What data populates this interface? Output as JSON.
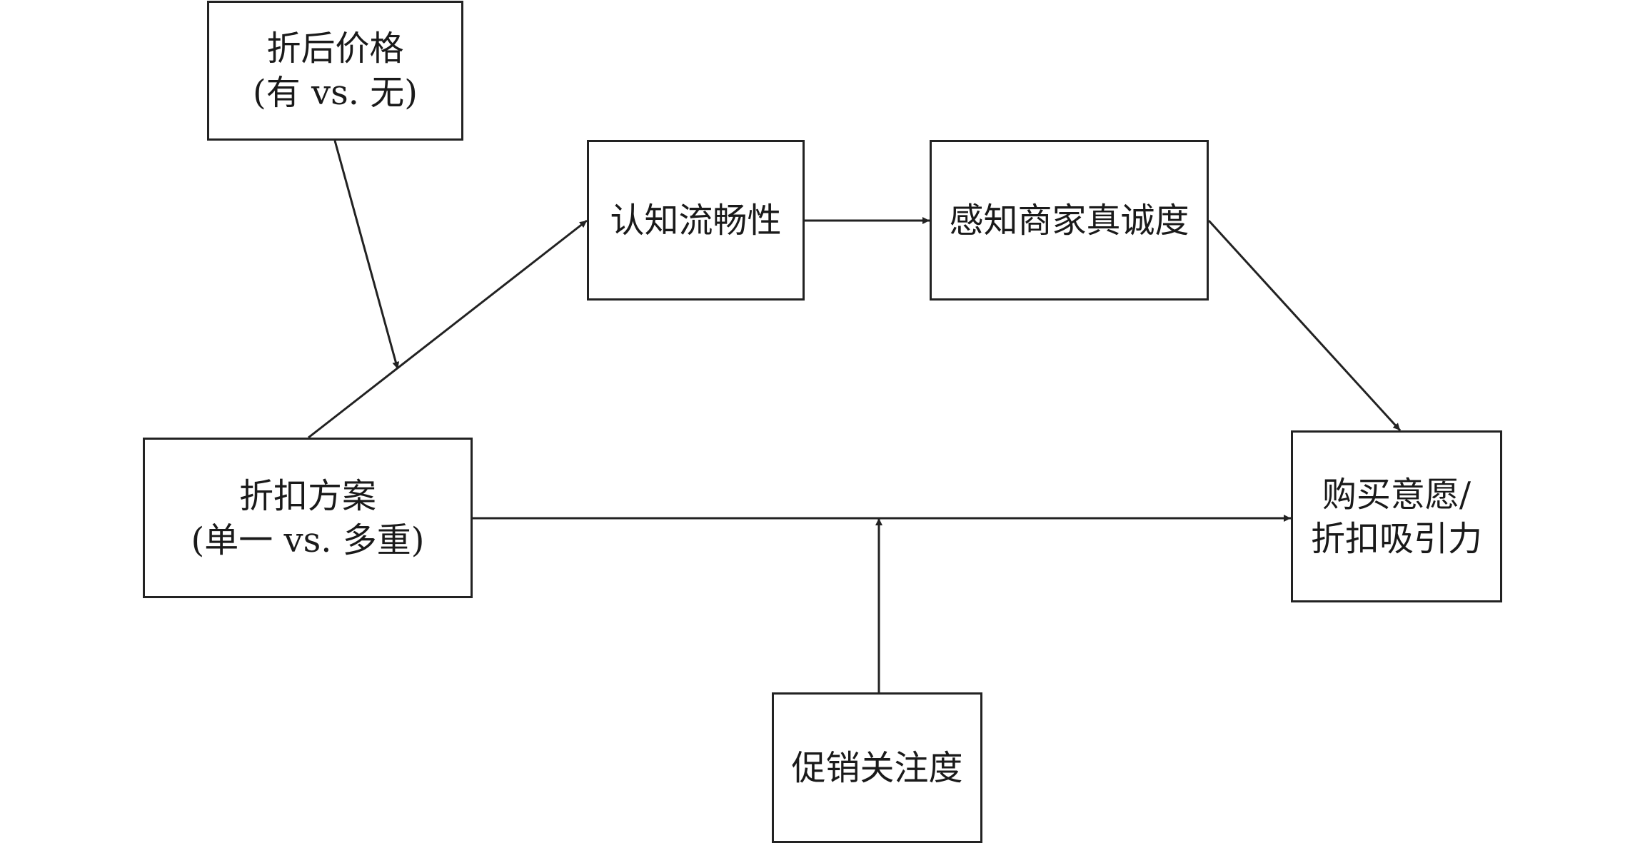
{
  "nodes": {
    "price": {
      "line1": "折后价格",
      "line2": "(有 vs. 无)"
    },
    "fluency": {
      "line1": "认知流畅性"
    },
    "sincere": {
      "line1": "感知商家真诚度"
    },
    "scheme": {
      "line1": "折扣方案",
      "line2": "(单一 vs. 多重)"
    },
    "purchase": {
      "line1": "购买意愿/",
      "line2": "折扣吸引力"
    },
    "promo": {
      "line1": "促销关注度"
    }
  },
  "edges": [
    {
      "from": "scheme",
      "to": "fluency",
      "kind": "direct"
    },
    {
      "from": "fluency",
      "to": "sincere",
      "kind": "direct"
    },
    {
      "from": "sincere",
      "to": "purchase",
      "kind": "direct"
    },
    {
      "from": "scheme",
      "to": "purchase",
      "kind": "direct"
    },
    {
      "from": "price",
      "to": "scheme-to-fluency path",
      "kind": "moderation"
    },
    {
      "from": "promo",
      "to": "scheme-to-purchase path",
      "kind": "moderation"
    }
  ],
  "colors": {
    "stroke": "#222222",
    "background": "#ffffff"
  }
}
